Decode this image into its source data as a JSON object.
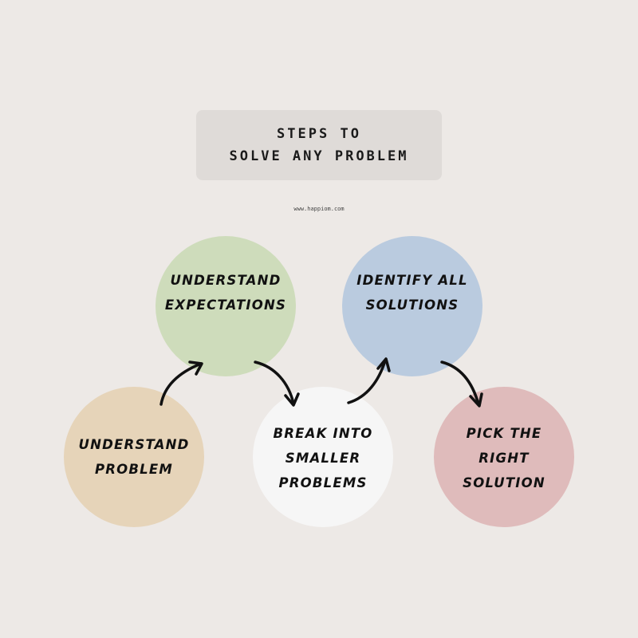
{
  "title": {
    "lines": [
      "STEPS TO",
      "SOLVE ANY PROBLEM"
    ]
  },
  "website": "www.happiom.com",
  "colors": {
    "background": "#ede9e6",
    "title_box": "#dfdbd8",
    "step1": "#e6d4b9",
    "step2": "#cedcbb",
    "step3": "#f6f6f6",
    "step4": "#bacbdf",
    "step5": "#dfbbbb"
  },
  "steps": [
    {
      "lines": [
        "UNDERSTAND",
        "PROBLEM"
      ]
    },
    {
      "lines": [
        "UNDERSTAND",
        "EXPECTATIONS"
      ]
    },
    {
      "lines": [
        "BREAK INTO",
        "SMALLER",
        "PROBLEMS"
      ]
    },
    {
      "lines": [
        "IDENTIFY ALL",
        "SOLUTIONS"
      ]
    },
    {
      "lines": [
        "PICK THE",
        "RIGHT",
        "SOLUTION"
      ]
    }
  ],
  "connectors": [
    "curved-arrow-up-right",
    "curved-arrow-down-right",
    "curved-arrow-up-right",
    "curved-arrow-down-right"
  ]
}
